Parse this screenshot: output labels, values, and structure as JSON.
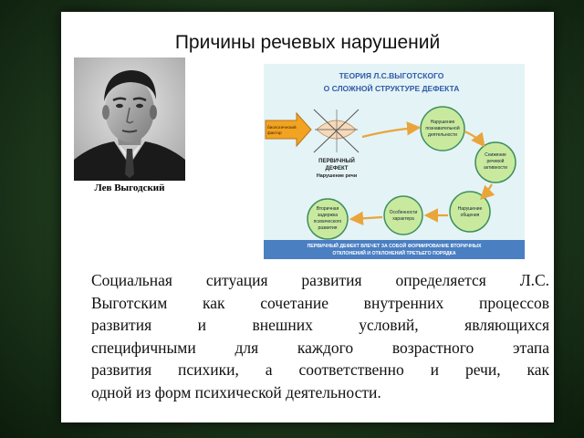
{
  "slide": {
    "title": "Причины речевых нарушений",
    "portrait_caption": "Лев Выгодский",
    "body_lines": [
      "Социальная ситуация развития определяется Л.С.",
      "Выготским как сочетание внутренних процессов",
      "развития и внешних условий, являющихся",
      "специфичными для каждого возрастного этапа",
      "развития психики, а соответственно и речи, как",
      "одной из форм психической деятельности."
    ]
  },
  "diagram": {
    "title_line1": "ТЕОРИЯ     Л.С.ВЫГОТСКОГО",
    "title_line2": "О  СЛОЖНОЙ СТРУКТУРЕ  ДЕФЕКТА",
    "arrow_label": [
      "биологический",
      "фактор"
    ],
    "primary_label": [
      "ПЕРВИЧНЫЙ",
      "ДЕФЕКТ"
    ],
    "primary_sub": "Нарушение речи",
    "circles": {
      "cognitive": [
        "Нарушение",
        "познавательной",
        "деятельности"
      ],
      "activity": [
        "Снижение",
        "речевой",
        "активности"
      ],
      "communication": [
        "Нарушение",
        "общения"
      ],
      "character": [
        "Особенности",
        "характера"
      ],
      "secondary": [
        "Вторичная",
        "задержка",
        "психического",
        "развития"
      ]
    },
    "footer": [
      "ПЕРВИЧНЫЙ ДЕФЕКТ ВЛЕЧЕТ ЗА СОБОЙ ФОРМИРОВАНИЕ ВТОРИЧНЫХ",
      "ОТКЛОНЕНИЙ И ОТКЛОНЕНИЙ ТРЕТЬЕГО ПОРЯДКА"
    ],
    "colors": {
      "title": "#2e5aa8",
      "arrow": "#f2a321",
      "circle_fill": "#c9ea9e",
      "circle_stroke": "#3d8f5e",
      "footer_band": "#4a7fc2",
      "flow_arrow": "#e9a53a"
    }
  }
}
